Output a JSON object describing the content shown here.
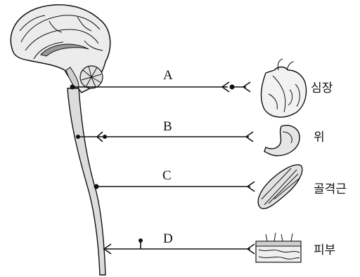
{
  "nerves": [
    {
      "id": "A",
      "letter": "A",
      "organ": "심장",
      "organ_icon": "heart-icon"
    },
    {
      "id": "B",
      "letter": "B",
      "organ": "위",
      "organ_icon": "stomach-icon"
    },
    {
      "id": "C",
      "letter": "C",
      "organ": "골격근",
      "organ_icon": "skeletal-muscle-icon"
    },
    {
      "id": "D",
      "letter": "D",
      "organ": "피부",
      "organ_icon": "skin-icon"
    }
  ],
  "icons": [
    "brain-icon",
    "spinal-cord-icon"
  ],
  "colors": {
    "ink": "#111111",
    "background": "#ffffff"
  }
}
